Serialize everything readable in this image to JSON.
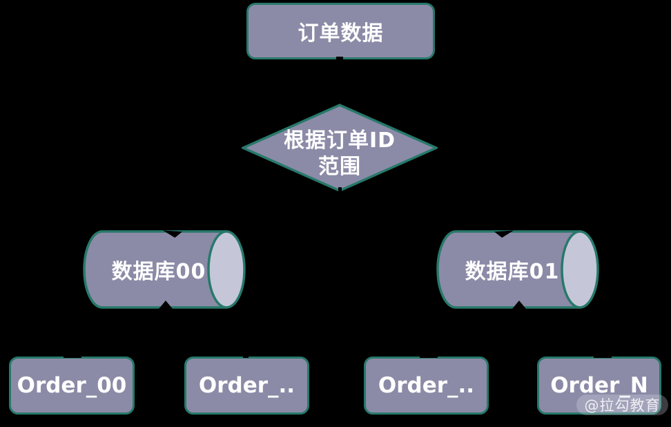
{
  "diagram": {
    "title": "order-sharding-flow",
    "colors": {
      "background": "#000000",
      "shape_fill": "#8B8BA7",
      "cylinder_cap_fill": "#C6C6D9",
      "shape_border": "#27796A",
      "text": "#FFFFFF"
    },
    "nodes": {
      "source": {
        "label": "订单数据"
      },
      "decision": {
        "label_line1": "根据订单ID",
        "label_line2": "范围"
      },
      "db_left": {
        "label": "数据库00"
      },
      "db_right": {
        "label": "数据库01"
      },
      "tables": [
        {
          "label": "Order_00"
        },
        {
          "label": "Order_.."
        },
        {
          "label": "Order_.."
        },
        {
          "label": "Order_N"
        }
      ]
    },
    "watermark": {
      "label": "@拉勾教育"
    }
  }
}
